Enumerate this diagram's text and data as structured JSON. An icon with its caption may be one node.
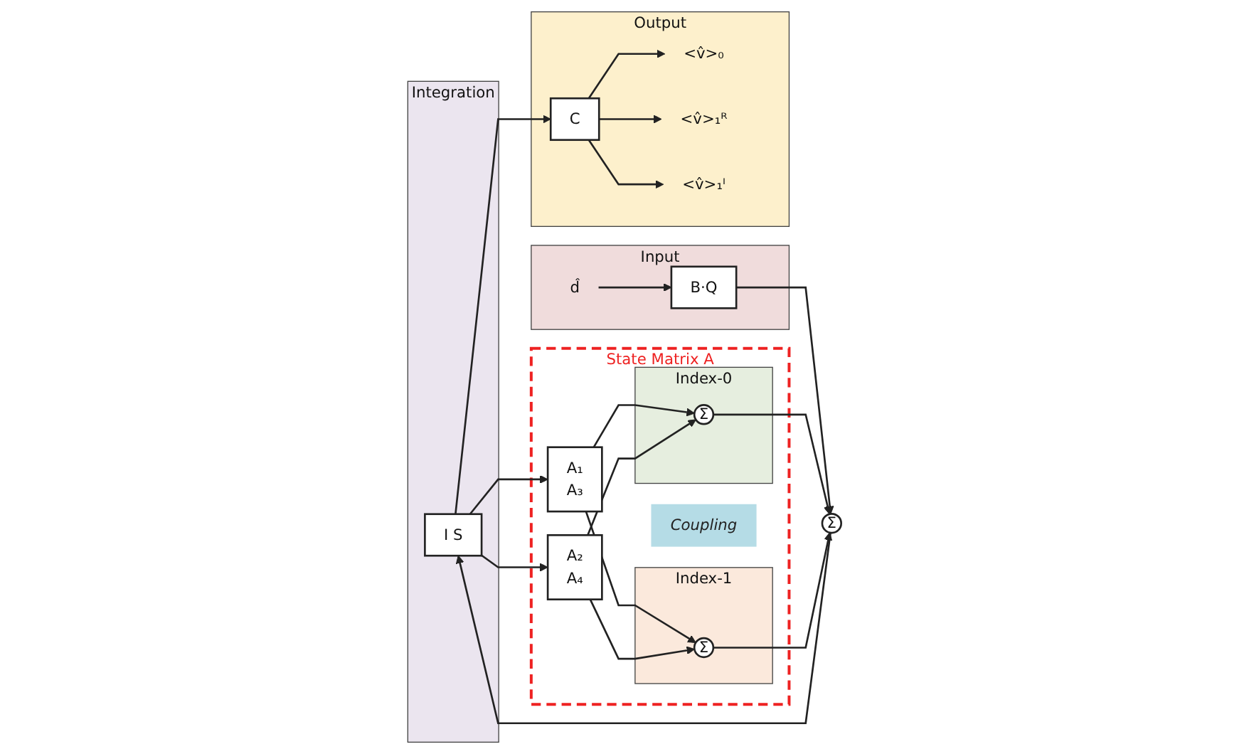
{
  "diagram": {
    "nodes": [
      {
        "text": [
          "Integration"
        ]
      },
      {
        "text": [
          "I S"
        ],
        "in": 0
      },
      {
        "text": [
          "Input"
        ]
      },
      {
        "text": [
          "d̂"
        ],
        "in": 2
      },
      {
        "text": [
          "B·Q"
        ],
        "in": 2
      },
      {
        "text": [
          "Σ"
        ]
      },
      {
        "text": [
          "State Matrix A"
        ]
      },
      {
        "text": [
          "Index-0"
        ],
        "in": 6
      },
      {
        "text": [
          "Σ"
        ],
        "in": 7
      },
      {
        "text": [
          "A₁",
          "A₃"
        ],
        "in": 6
      },
      {
        "text": [
          "Coupling"
        ],
        "in": 6
      },
      {
        "text": [
          "A₂",
          "A₄"
        ],
        "in": 6
      },
      {
        "text": [
          "Index-1"
        ],
        "in": 6
      },
      {
        "text": [
          "Σ"
        ],
        "in": 12
      },
      {
        "text": [
          "Output"
        ]
      },
      {
        "text": [
          "C"
        ],
        "in": 14
      },
      {
        "text": [
          "<v̂>₀"
        ],
        "in": 14
      },
      {
        "text": [
          "<v̂>₁ᴿ"
        ],
        "in": 14
      },
      {
        "text": [
          "<v̂>₁ᴵ"
        ],
        "in": 14
      }
    ],
    "edges": [
      {
        "from": 3,
        "to": 4,
        "arrow": "to"
      },
      {
        "from": 4,
        "to": 5,
        "arrow": "to"
      },
      {
        "from": 5,
        "to": 1,
        "arrow": "to"
      },
      {
        "from": 1,
        "to": 9,
        "arrow": "to"
      },
      {
        "from": 1,
        "to": 11,
        "arrow": "to"
      },
      {
        "from": 1,
        "to": 15,
        "arrow": "to"
      },
      {
        "from": 9,
        "to": 8,
        "arrow": "to"
      },
      {
        "from": 9,
        "to": 13,
        "arrow": "to"
      },
      {
        "from": 11,
        "to": 8,
        "arrow": "to"
      },
      {
        "from": 11,
        "to": 13,
        "arrow": "to"
      },
      {
        "from": 8,
        "to": 5,
        "arrow": "to"
      },
      {
        "from": 13,
        "to": 5,
        "arrow": "to"
      },
      {
        "from": 15,
        "to": 16,
        "arrow": "to"
      },
      {
        "from": 15,
        "to": 17,
        "arrow": "to"
      },
      {
        "from": 15,
        "to": 18,
        "arrow": "to"
      }
    ]
  }
}
